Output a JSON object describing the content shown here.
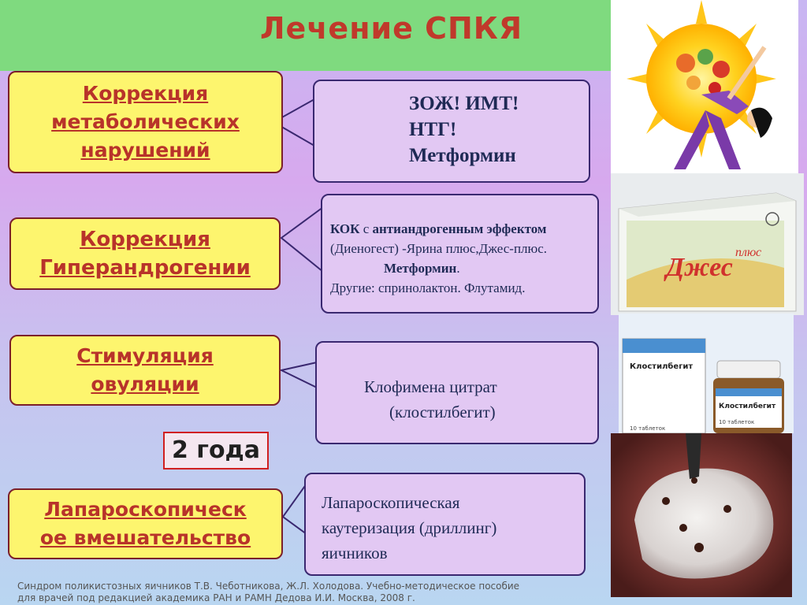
{
  "title": "Лечение СПКЯ",
  "rows": [
    {
      "label_lines": [
        "Коррекция",
        "метаболических",
        "нарушений"
      ],
      "detail_lines": [
        "ЗОЖ! ИМТ!",
        "НТГ!",
        "Метформин"
      ]
    },
    {
      "label_lines": [
        "Коррекция",
        "Гиперандрогении"
      ],
      "detail": {
        "l1a": "КОК",
        "l1b": " с ",
        "l1c": "антиандрогенным эффектом",
        "l2": "(Диеногест) -Ярина плюс,Джес-плюс.",
        "l3a": "Метформин",
        "l3b": ".",
        "l4": "Другие: спринолактон. Флутамид."
      }
    },
    {
      "label_lines": [
        "Стимуляция",
        "овуляции"
      ],
      "detail_lines": [
        "Клофимена цитрат",
        "(клостилбегит)"
      ]
    },
    {
      "label_lines": [
        "Лапароскопическ",
        "ое вмешательство"
      ],
      "detail_lines": [
        "Лапароскопическая",
        "каутеризация (дриллинг)",
        "яичников"
      ]
    }
  ],
  "duration_badge": "2 года",
  "footnote": [
    "Синдром поликистозных яичников Т.В. Чеботникова, Ж.Л. Холодова. Учебно-методическое пособие",
    "для врачей под редакцией академика РАН и РАМН Дедова И.И. Москва, 2008 г."
  ],
  "images": {
    "box_brand_lines": [
      "Джес",
      "плюс"
    ],
    "bottle_label": "Клостилбегит",
    "bottle_count": "10 таблеток",
    "box_small_label": "Клостилбегит",
    "box_small_count": "10 таблеток"
  },
  "colors": {
    "title": "#c0392b",
    "title_bar": "#7fda7f",
    "label_box": "#fdf56e",
    "label_text": "#b8332a",
    "detail_box": "#e2c8f3",
    "detail_text": "#1f2a55"
  }
}
